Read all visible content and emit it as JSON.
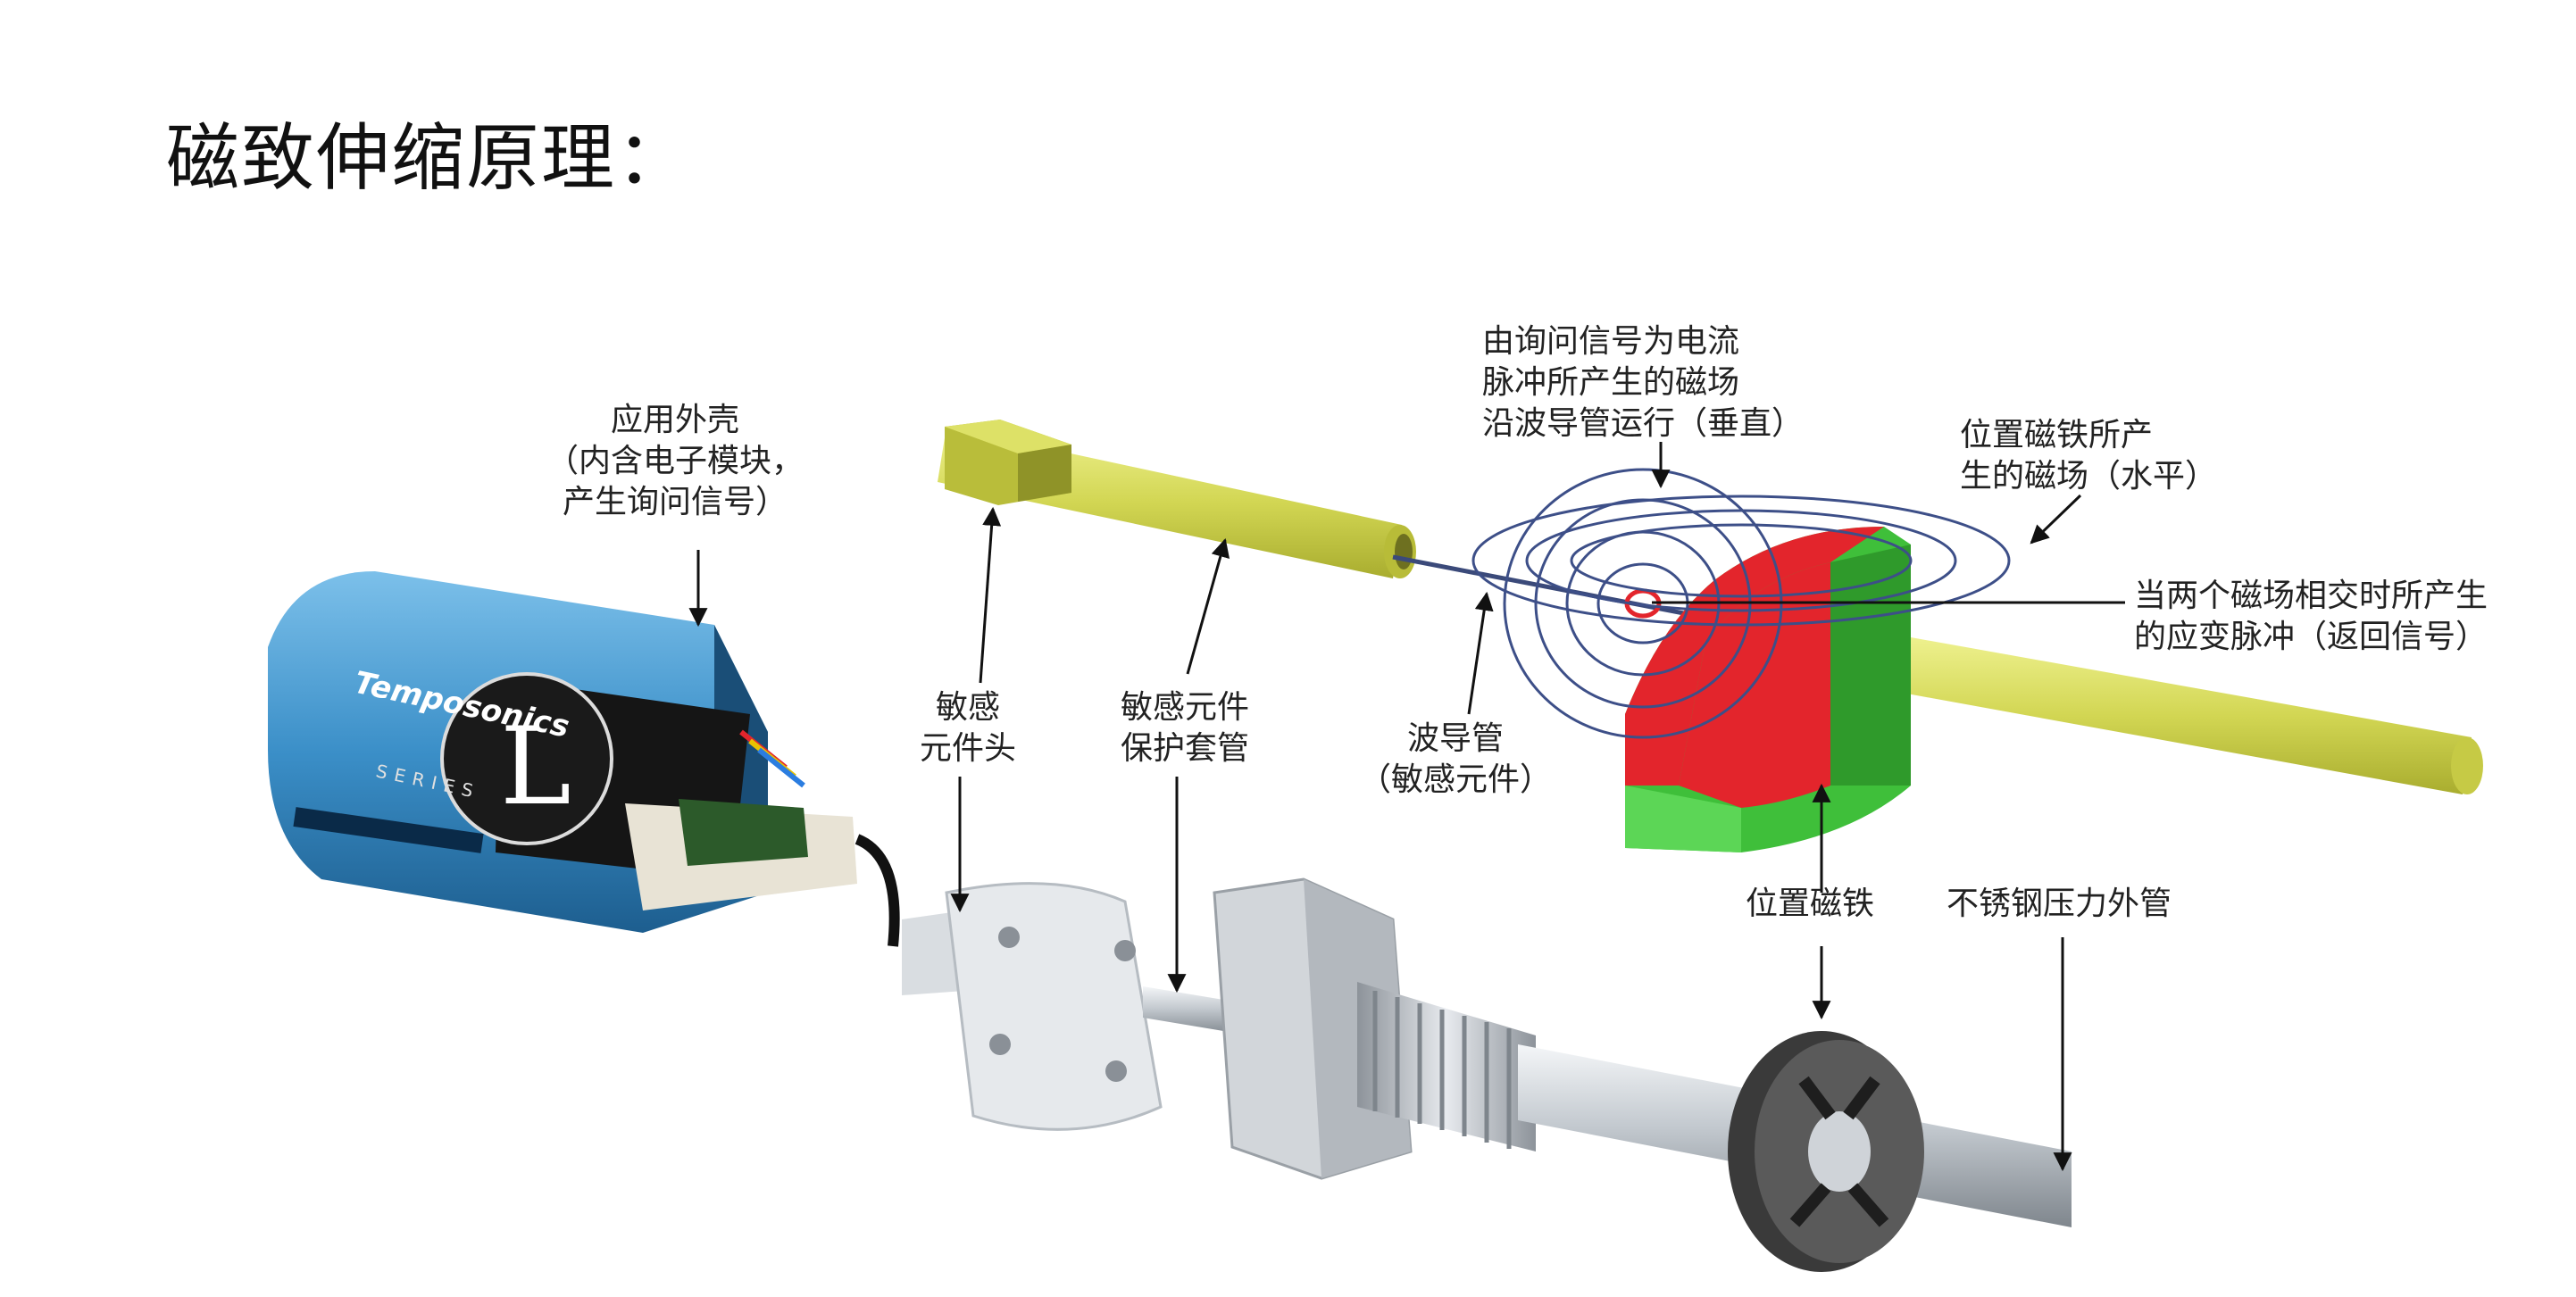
{
  "title": "磁致伸缩原理：",
  "brand": {
    "name": "Temposonics",
    "series_letter": "L",
    "series_word": "SERIES"
  },
  "labels": {
    "housing": [
      "应用外壳",
      "（内含电子模块，",
      "产生询问信号）"
    ],
    "sensor_head": [
      "敏感",
      "元件头"
    ],
    "protective_tube": [
      "敏感元件",
      "保护套管"
    ],
    "waveguide": [
      "波导管",
      "（敏感元件）"
    ],
    "interrogation_field": [
      "由询问信号为电流",
      "脉冲所产生的磁场",
      "沿波导管运行（垂直）"
    ],
    "magnet_field": [
      "位置磁铁所产",
      "生的磁场（水平）"
    ],
    "strain_pulse": [
      "当两个磁场相交时所产生",
      "的应变脉冲（返回信号）"
    ],
    "position_magnet": "位置磁铁",
    "pressure_tube": "不锈钢压力外管"
  },
  "colors": {
    "housing_blue": "#3b8fc8",
    "tube_yellow": "#d4d85a",
    "magnet_red": "#e3252c",
    "magnet_green": "#3fbf3a",
    "steel": "#c9ced4"
  }
}
